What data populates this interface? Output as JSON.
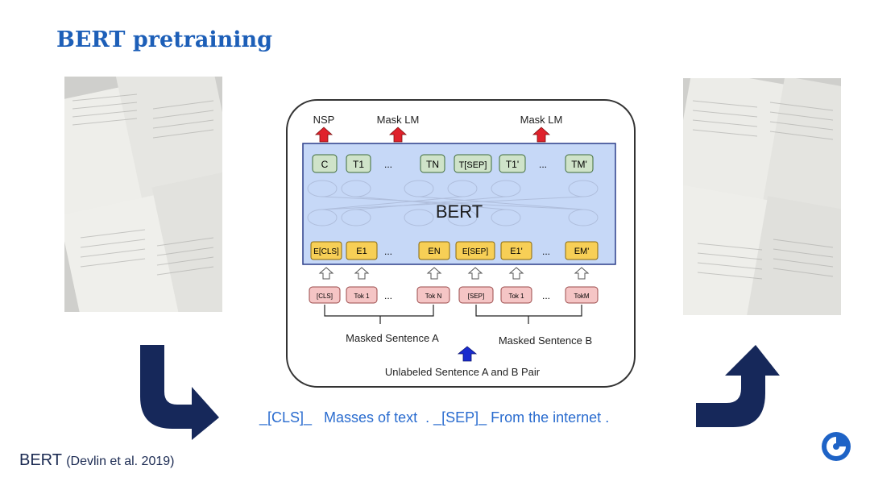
{
  "slide": {
    "title": "BERT pretraining",
    "bottom_sequence": "_[CLS]_   Masses of text  . _[SEP]_ From the internet .",
    "citation_main": "BERT",
    "citation_paren": "(Devlin et al. 2019)"
  },
  "diagram": {
    "heads": {
      "nsp": "NSP",
      "mask_lm_1": "Mask LM",
      "mask_lm_2": "Mask LM"
    },
    "model_label": "BERT",
    "top_tokens": [
      "C",
      "T1",
      "...",
      "TN",
      "T[SEP]",
      "T1'",
      "...",
      "TM'"
    ],
    "embeddings": [
      "E[CLS]",
      "E1",
      "...",
      "EN",
      "E[SEP]",
      "E1'",
      "...",
      "EM'"
    ],
    "inputs": [
      "[CLS]",
      "Tok 1",
      "...",
      "Tok N",
      "[SEP]",
      "Tok 1",
      "...",
      "TokM"
    ],
    "masked_a": "Masked Sentence A",
    "masked_b": "Masked Sentence B",
    "pair_label": "Unlabeled Sentence A and B Pair"
  },
  "colors": {
    "title": "#1d5fb8",
    "navy_arrow": "#16285a",
    "bottom_text": "#2a6ccf",
    "red_head": "#e0212b",
    "blue_head": "#1a2ccf",
    "bert_box": "#c6d8f7",
    "token_green": "#cfe3c9",
    "embed_yellow": "#f7cf56",
    "input_pink": "#f5c5c5"
  }
}
